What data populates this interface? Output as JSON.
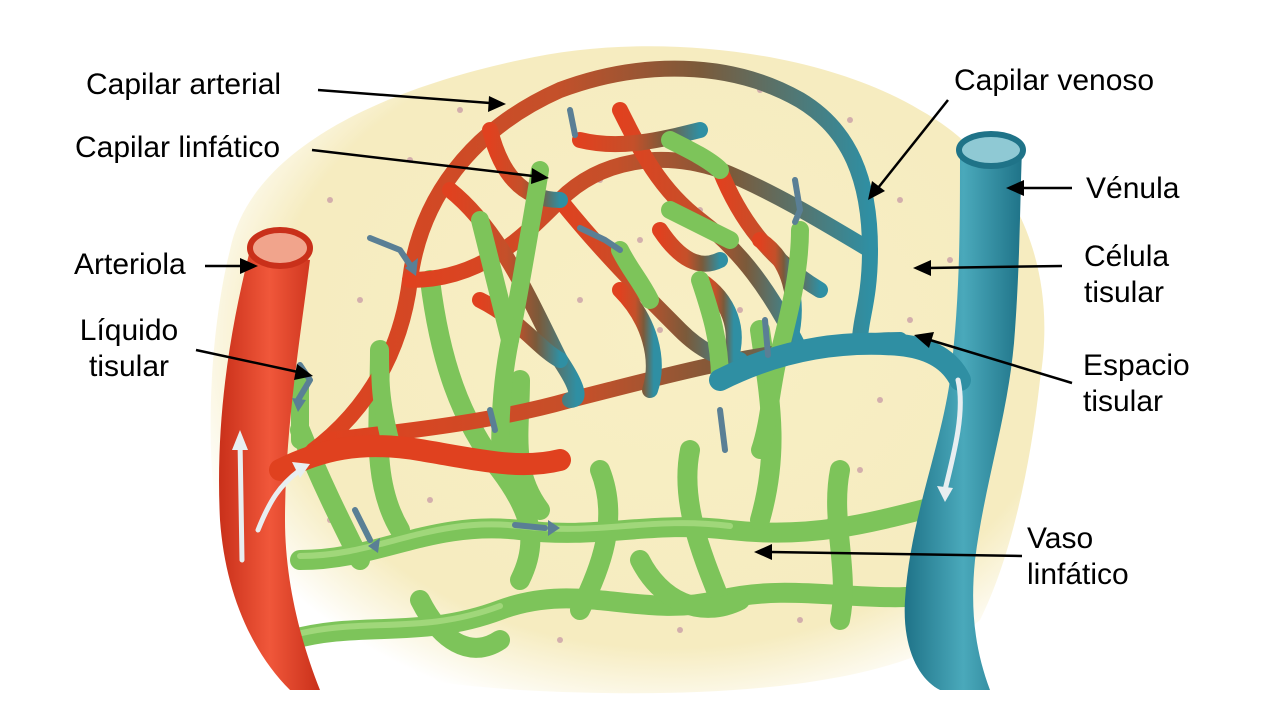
{
  "labels": {
    "capilar_arterial": "Capilar arterial",
    "capilar_linfatico": "Capilar linfático",
    "arteriola": "Arteriola",
    "liquido_tisular_1": "Líquido",
    "liquido_tisular_2": "tisular",
    "capilar_venoso": "Capilar venoso",
    "venula": "Vénula",
    "celula_tisular_1": "Célula",
    "celula_tisular_2": "tisular",
    "espacio_tisular_1": "Espacio",
    "espacio_tisular_2": "tisular",
    "vaso_linfatico_1": "Vaso",
    "vaso_linfatico_2": "linfático"
  },
  "colors": {
    "arterial": "#e0411f",
    "venous": "#2f8fa3",
    "lymphatic": "#7dc45a",
    "tissue": "#f6eec2",
    "cell_nucleus": "#c79aa6",
    "flow_arrow": "#5a7f95"
  }
}
